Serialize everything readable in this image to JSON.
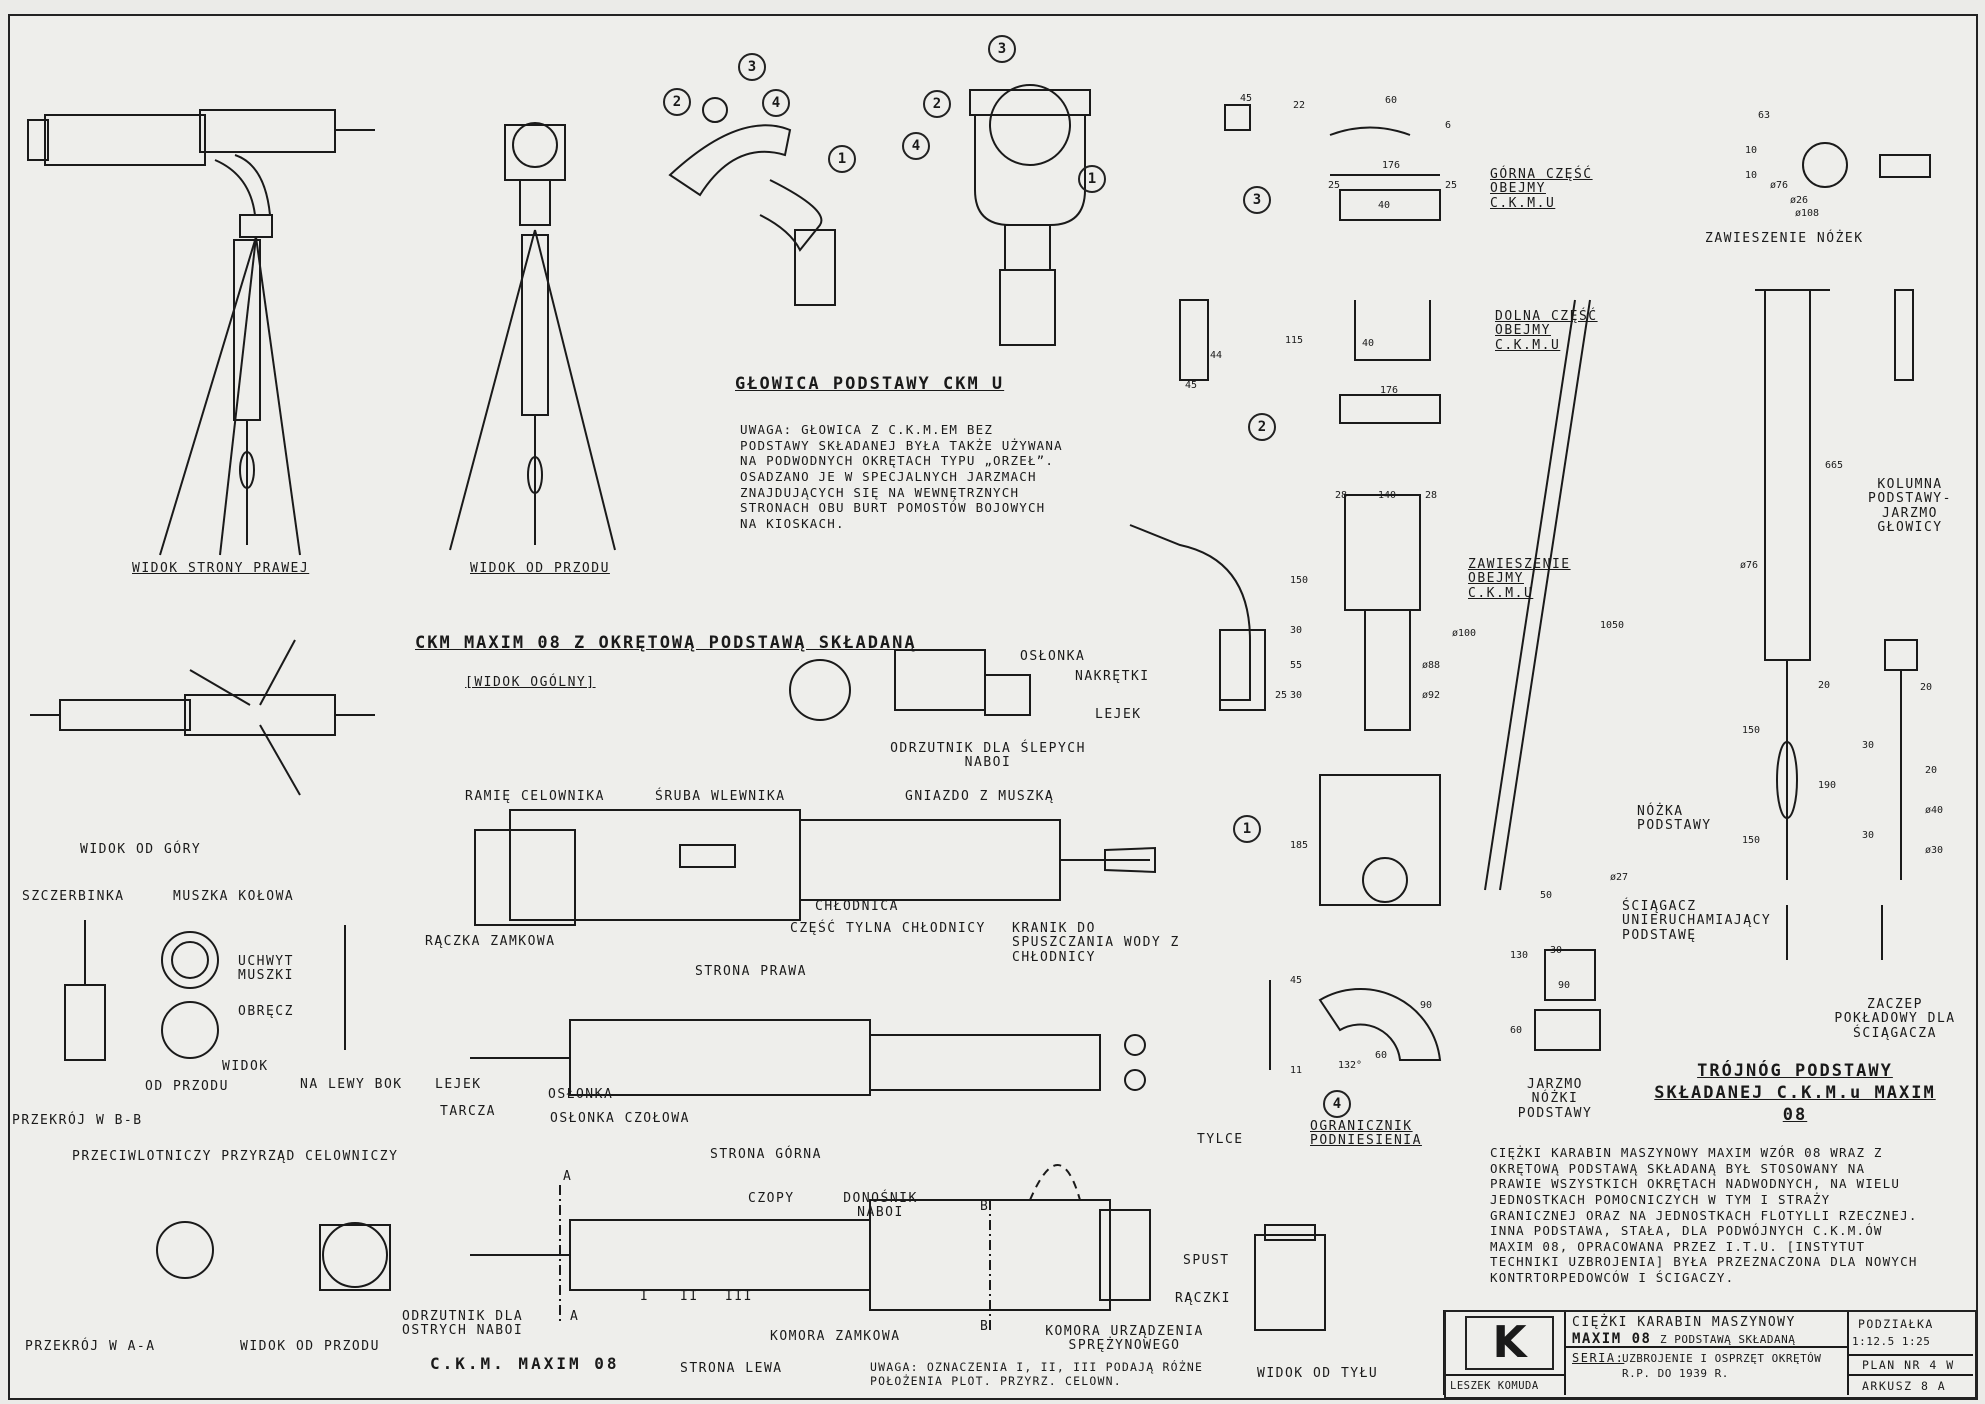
{
  "titles": {
    "glowica": "GŁOWICA PODSTAWY CKM u",
    "ckm_main": "CKM MAXIM 08 Z OKRĘTOWĄ PODSTAWĄ SKŁADANĄ",
    "ckm_sub": "[WIDOK OGÓLNY]",
    "trojnog": "TRÓJNÓG PODSTAWY SKŁADANEJ C.K.M.u MAXIM 08",
    "ckm_maxim": "C.K.M. MAXIM 08"
  },
  "notes": {
    "uwaga_glowica": "UWAGA: GŁOWICA Z C.K.M.em BEZ PODSTAWY SKŁADANEJ BYŁA TAKŻE UŻYWANA NA PODWODNYCH OKRĘTACH TYPU „ORZEŁ”. OSADZANO JE W SPECJALNYCH JARZMACH ZNAJDUJĄCYCH SIĘ NA WEWNĘTRZNYCH STRONACH OBU BURT POMOSTÓW BOJOWYCH NA KIOSKACH.",
    "history": "CIĘŻKI KARABIN MASZYNOWY MAXIM WZÓR 08 WRAZ Z OKRĘTOWĄ PODSTAWĄ SKŁADANĄ BYŁ STOSOWANY NA PRAWIE WSZYSTKICH OKRĘTACH NADWODNYCH, NA WIELU JEDNOSTKACH POMOCNICZYCH W TYM I STRAŻY GRANICZNEJ ORAZ NA JEDNOSTKACH FLOTYLLI RZECZNEJ. INNA PODSTAWA, STAŁA, DLA PODWÓJNYCH C.K.M.ów MAXIM 08, OPRACOWANA PRZEZ I.T.U. [INSTYTUT TECHNIKI UZBROJENIA] BYŁA PRZEZNACZONA DLA NOWYCH KONTRTORPEDOWCÓW I ŚCIGACZY.",
    "uwaga_pos": "UWAGA: OZNACZENIA I, II, III PODAJĄ RÓŻNE POŁOŻENIA PLOT. PRZYRZ. CELOWN."
  },
  "labels": {
    "widok_strony_prawej": "WIDOK STRONY PRAWEJ",
    "widok_od_przodu_1": "WIDOK OD PRZODU",
    "widok_od_gory": "WIDOK OD GÓRY",
    "szczerbinka": "SZCZERBINKA",
    "muszka_kolowa": "MUSZKA KOŁOWA",
    "uchwyt_muszki": "UCHWYT MUSZKI",
    "obrecz": "OBRĘCZ",
    "widok": "WIDOK",
    "od_przodu": "OD PRZODU",
    "na_lewy_bok": "NA LEWY BOK",
    "przekroj_bb": "PRZEKRÓJ W B-B",
    "przeciwlotniczy": "PRZECIWLOTNICZY PRZYRZĄD CELOWNICZY",
    "przekroj_aa": "PRZEKRÓJ W A-A",
    "widok_od_przodu_2": "WIDOK OD PRZODU",
    "odrzutnik_slepych": "ODRZUTNIK DLA ŚLEPYCH NABOI",
    "oslonka_1": "OSŁONKA",
    "nakretki": "NAKRĘTKI",
    "lejek_1": "LEJEK",
    "ramie_celownika": "RAMIĘ CELOWNIKA",
    "sruba_wlewnika": "ŚRUBA WLEWNIKA",
    "gniazdo_muszka": "GNIAZDO Z MUSZKĄ",
    "raczka_zamkowa": "RĄCZKA ZAMKOWA",
    "chlodnica": "CHŁODNICA",
    "czesc_tylna": "CZĘŚĆ TYLNA CHŁODNICY",
    "kranik": "KRANIK DO SPUSZCZANIA WODY Z CHŁODNICY",
    "strona_prawa": "STRONA PRAWA",
    "lejek_2": "LEJEK",
    "oslonka_2": "OSŁONKA",
    "tarcza": "TARCZA",
    "oslonka_czolowa": "OSŁONKA CZOŁOWA",
    "strona_gorna": "STRONA GÓRNA",
    "tylce": "TYLCE",
    "czopy": "CZOPY",
    "donosnik": "DONOŚNIK NABOI",
    "spust": "SPUST",
    "raczki": "RĄCZKI",
    "odrzutnik_ostrych": "ODRZUTNIK DLA OSTRYCH NABOI",
    "komora_zamkowa": "KOMORA ZAMKOWA",
    "komora_urzadzenia": "KOMORA URZĄDZENIA SPRĘŻYNOWEGO",
    "strona_lewa": "STRONA LEWA",
    "widok_od_tylu": "WIDOK OD TYŁU",
    "gorna_czesc": "GÓRNA CZĘŚĆ OBEJMY C.K.M.u",
    "dolna_czesc": "DOLNA CZĘŚĆ OBEJMY C.K.M.u",
    "zawieszenie_obejmy": "ZAWIESZENIE OBEJMY C.K.M.u",
    "zawieszenie_nozek": "ZAWIESZENIE NÓŻEK",
    "kolumna": "KOLUMNA PODSTAWY-JARZMO GŁOWICY",
    "nozka": "NÓŻKA PODSTAWY",
    "sciagacz": "ŚCIĄGACZ UNIERUCHAMIAJĄCY PODSTAWĘ",
    "jarzmo_nozki": "JARZMO NÓŻKI PODSTAWY",
    "zaczep": "ZACZEP POKŁADOWY DLA ŚCIĄGACZA",
    "ogranicznik": "OGRANICZNIK PODNIESIENIA"
  },
  "callouts": [
    "1",
    "2",
    "3",
    "4"
  ],
  "roman": [
    "I",
    "II",
    "III"
  ],
  "section_marks": [
    "A",
    "A",
    "B",
    "B"
  ],
  "dims": [
    "45",
    "22",
    "60",
    "6",
    "176",
    "25",
    "40",
    "25",
    "115",
    "45",
    "40",
    "44",
    "176",
    "28",
    "140",
    "28",
    "150",
    "30",
    "55",
    "30",
    "25",
    "ø100",
    "ø88",
    "ø92",
    "185",
    "45",
    "11",
    "90",
    "60",
    "132°",
    "63",
    "10",
    "10",
    "ø26",
    "ø76",
    "ø108",
    "665",
    "ø76",
    "1050",
    "20",
    "150",
    "190",
    "150",
    "20",
    "20",
    "30",
    "ø40",
    "30",
    "ø30",
    "ø27",
    "50",
    "130",
    "30",
    "90",
    "60"
  ],
  "title_block": {
    "name_line1": "CIĘŻKI KARABIN MASZYNOWY",
    "name_line2a": "MAXIM 08",
    "name_line2b": "Z PODSTAWĄ SKŁADANĄ",
    "seria_label": "SERIA:",
    "seria_text": "UZBROJENIE I OSPRZĘT OKRĘTÓW R.P. do 1939 r.",
    "podzialka": "PODZIAŁKA",
    "scale": "1:12.5  1:25",
    "plan": "PLAN Nr 4 W",
    "arkusz": "ARKUSZ 8 A",
    "author": "LESZEK KOMUDA",
    "logo": "K"
  },
  "colors": {
    "paper": "#eeeeeb",
    "ink": "#1a1a1a"
  }
}
